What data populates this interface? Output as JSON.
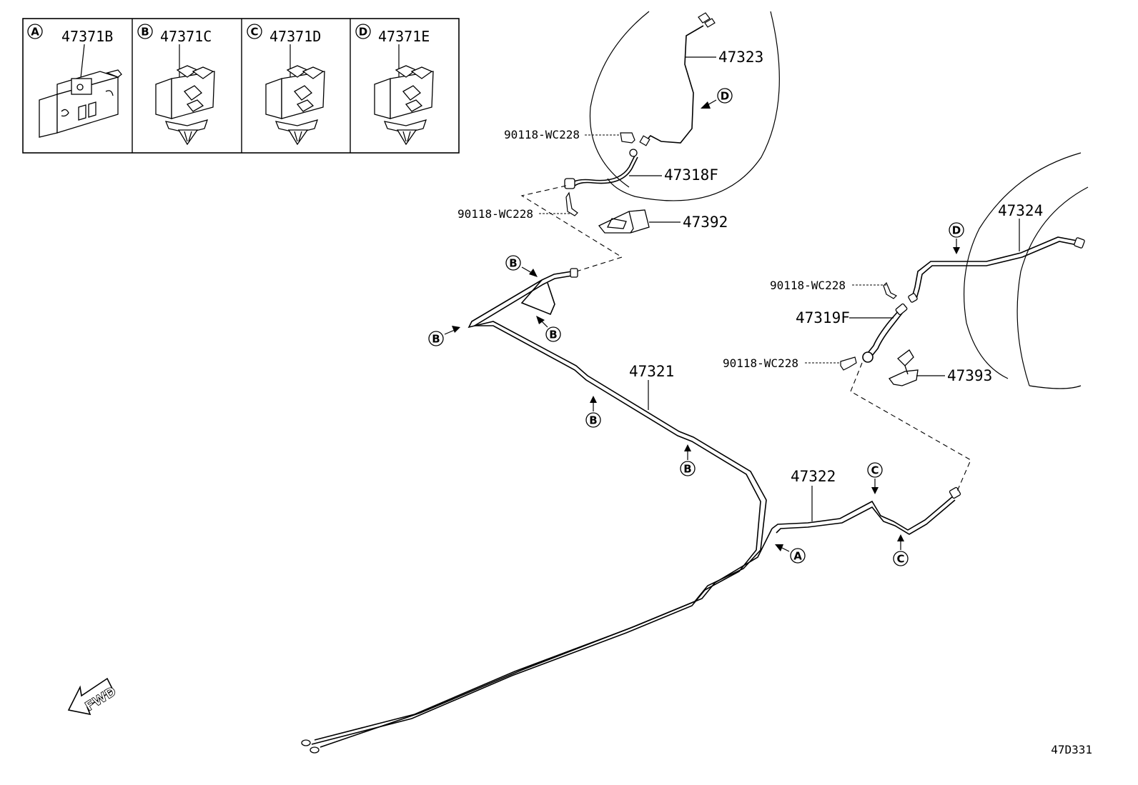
{
  "legend": [
    {
      "letter": "A",
      "part": "47371B"
    },
    {
      "letter": "B",
      "part": "47371C"
    },
    {
      "letter": "C",
      "part": "47371D"
    },
    {
      "letter": "D",
      "part": "47371E"
    }
  ],
  "parts": {
    "p47323": "47323",
    "p47318F": "47318F",
    "p47392": "47392",
    "p47324": "47324",
    "p47319F": "47319F",
    "p47393": "47393",
    "p47321": "47321",
    "p47322": "47322"
  },
  "bolts": {
    "b1": "90118-WC228",
    "b2": "90118-WC228",
    "b3": "90118-WC228",
    "b4": "90118-WC228"
  },
  "clip_refs": {
    "d1": "D",
    "d2": "D",
    "b1": "B",
    "b2": "B",
    "b3": "B",
    "b4": "B",
    "b5": "B",
    "a1": "A",
    "c1": "C",
    "c2": "C"
  },
  "fwd_label": "FWD",
  "diagram_code": "47D331"
}
